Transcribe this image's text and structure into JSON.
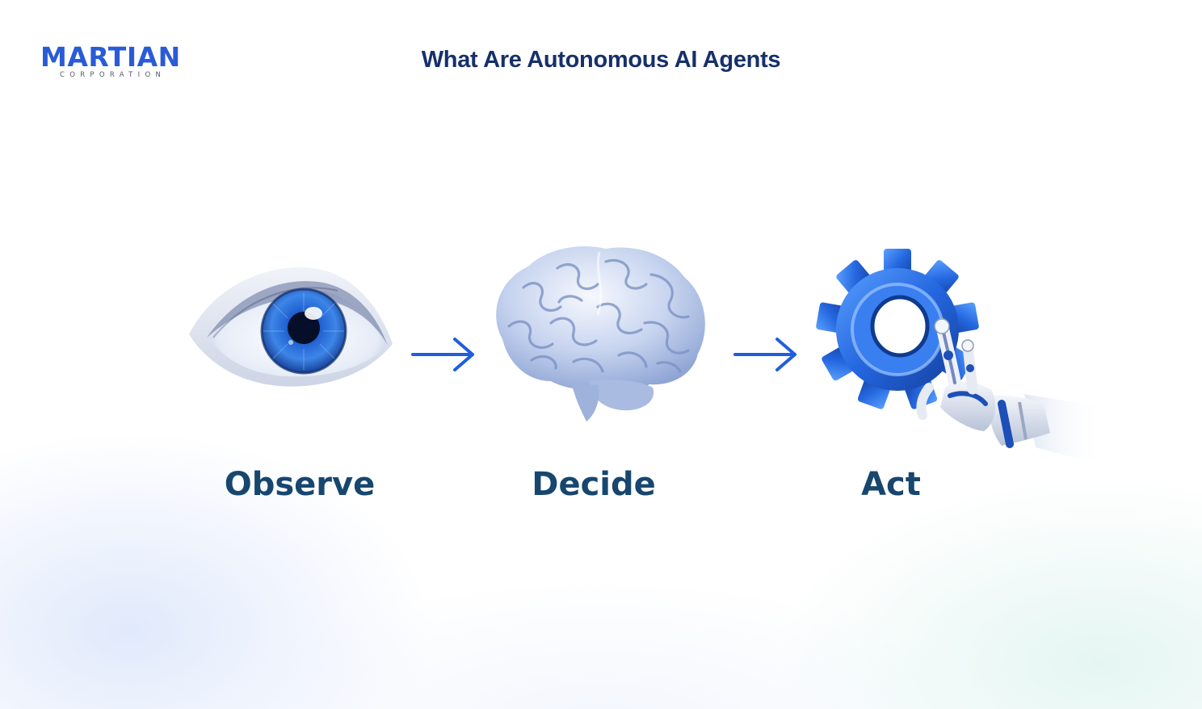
{
  "logo": {
    "wordmark": "MARTIAN",
    "subtitle": "CORPORATION",
    "color": "#2a5bd7"
  },
  "title": "What Are Autonomous AI Agents",
  "steps": [
    {
      "label": "Observe",
      "icon": "eye-icon"
    },
    {
      "label": "Decide",
      "icon": "brain-icon"
    },
    {
      "label": "Act",
      "icon": "robot-hand-gear-icon"
    }
  ],
  "connectors": [
    {
      "from": "Observe",
      "to": "Decide",
      "icon": "arrow-right-icon"
    },
    {
      "from": "Decide",
      "to": "Act",
      "icon": "arrow-right-icon"
    }
  ],
  "colors": {
    "title": "#16306b",
    "labels": "#17466f",
    "arrows": "#1f5ee0",
    "accent_blue": "#2a6ce8"
  }
}
